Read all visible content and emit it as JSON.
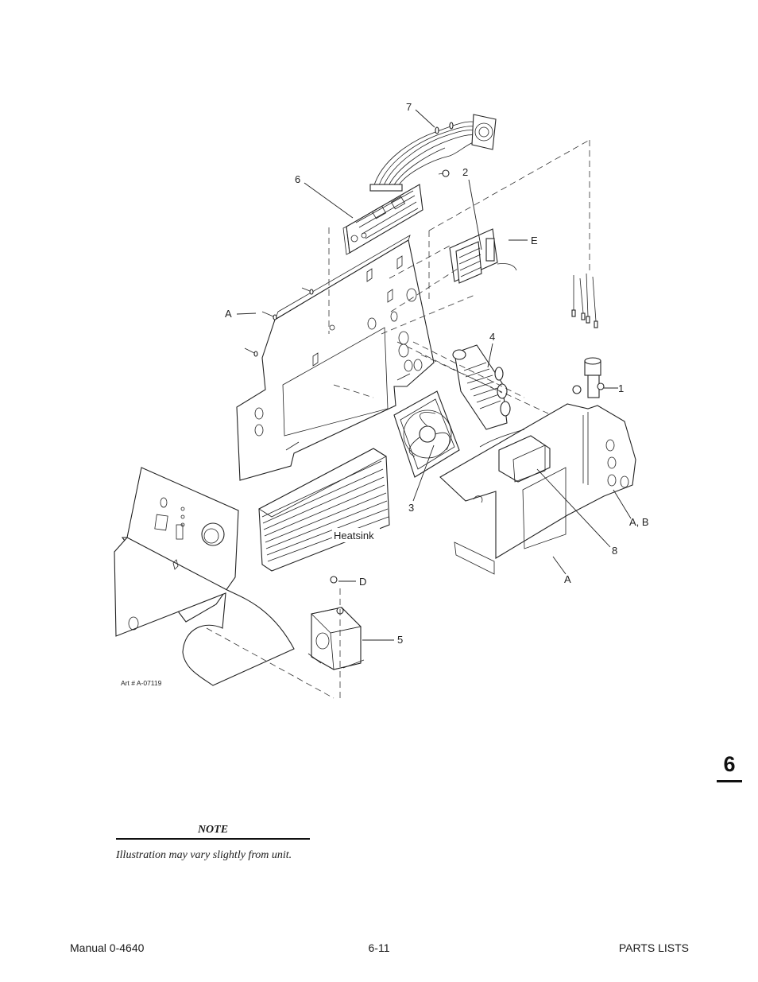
{
  "diagram": {
    "callouts": {
      "c7": "7",
      "c6": "6",
      "c2": "2",
      "cE": "E",
      "cA_left": "A",
      "c4": "4",
      "c1": "1",
      "c3": "3",
      "cAB": "A, B",
      "c8": "8",
      "cA_bottom": "A",
      "cD": "D",
      "c5": "5"
    },
    "heatsink_label": "Heatsink",
    "art_number": "Art # A-07119"
  },
  "section_tab": "6",
  "note": {
    "title": "NOTE",
    "text": "Illustration may vary slightly from unit."
  },
  "footer": {
    "left": "Manual 0-4640",
    "center": "6-11",
    "right": "PARTS LISTS"
  }
}
